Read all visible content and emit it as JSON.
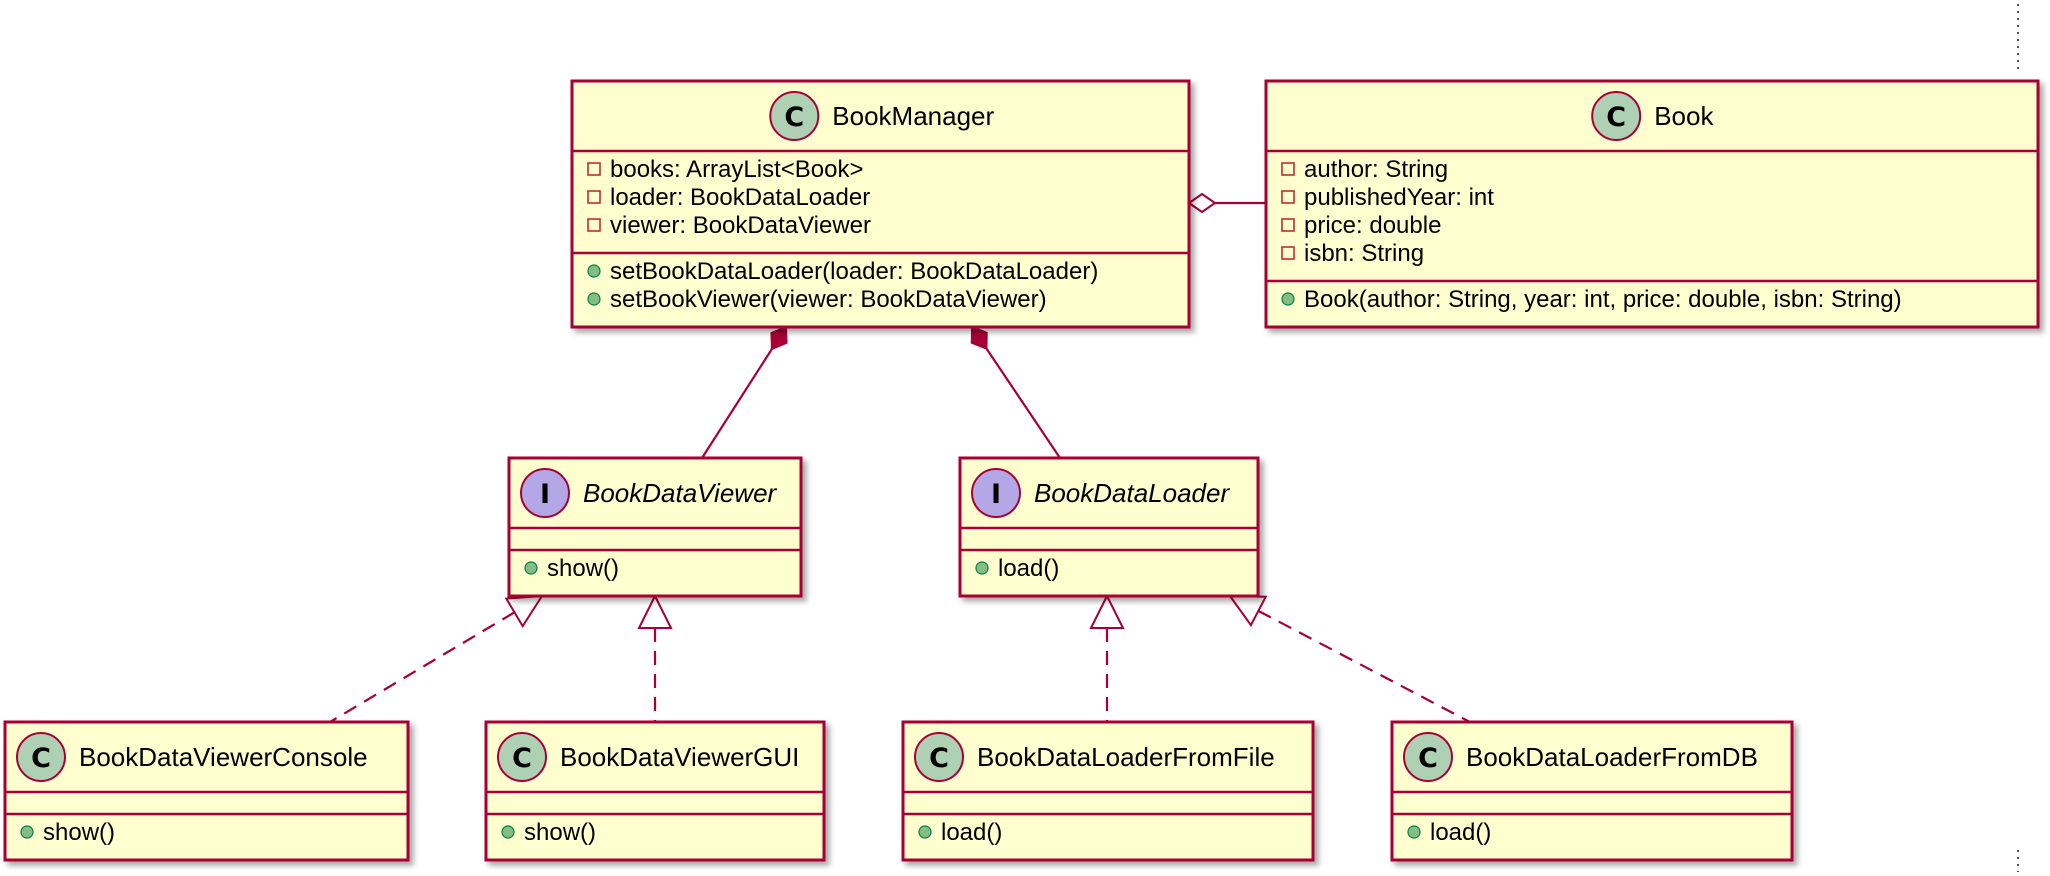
{
  "diagram": {
    "type": "UML class diagram",
    "colors": {
      "box_fill": "#FEFECE",
      "box_stroke": "#A80036",
      "class_badge": "#ADD1B2",
      "interface_badge": "#B4A7E5",
      "public_marker": "#84BE84",
      "private_marker": "#C82930",
      "edge": "#A80036"
    },
    "classes": {
      "book_manager": {
        "stereotype": "C",
        "name": "BookManager",
        "fields": [
          "books: ArrayList<Book>",
          "loader: BookDataLoader",
          "viewer: BookDataViewer"
        ],
        "methods": [
          "setBookDataLoader(loader: BookDataLoader)",
          "setBookViewer(viewer: BookDataViewer)"
        ]
      },
      "book": {
        "stereotype": "C",
        "name": "Book",
        "fields": [
          "author: String",
          "publishedYear: int",
          "price: double",
          "isbn: String"
        ],
        "methods": [
          "Book(author: String, year: int, price: double, isbn: String)"
        ]
      },
      "book_data_viewer": {
        "stereotype": "I",
        "name": "BookDataViewer",
        "fields": [],
        "methods": [
          "show()"
        ]
      },
      "book_data_loader": {
        "stereotype": "I",
        "name": "BookDataLoader",
        "fields": [],
        "methods": [
          "load()"
        ]
      },
      "viewer_console": {
        "stereotype": "C",
        "name": "BookDataViewerConsole",
        "fields": [],
        "methods": [
          "show()"
        ]
      },
      "viewer_gui": {
        "stereotype": "C",
        "name": "BookDataViewerGUI",
        "fields": [],
        "methods": [
          "show()"
        ]
      },
      "loader_file": {
        "stereotype": "C",
        "name": "BookDataLoaderFromFile",
        "fields": [],
        "methods": [
          "load()"
        ]
      },
      "loader_db": {
        "stereotype": "C",
        "name": "BookDataLoaderFromDB",
        "fields": [],
        "methods": [
          "load()"
        ]
      }
    },
    "relations": [
      {
        "type": "aggregation",
        "from": "book_manager",
        "to": "book"
      },
      {
        "type": "composition",
        "from": "book_manager",
        "to": "book_data_viewer"
      },
      {
        "type": "composition",
        "from": "book_manager",
        "to": "book_data_loader"
      },
      {
        "type": "realization",
        "from": "viewer_console",
        "to": "book_data_viewer"
      },
      {
        "type": "realization",
        "from": "viewer_gui",
        "to": "book_data_viewer"
      },
      {
        "type": "realization",
        "from": "loader_file",
        "to": "book_data_loader"
      },
      {
        "type": "realization",
        "from": "loader_db",
        "to": "book_data_loader"
      }
    ]
  }
}
